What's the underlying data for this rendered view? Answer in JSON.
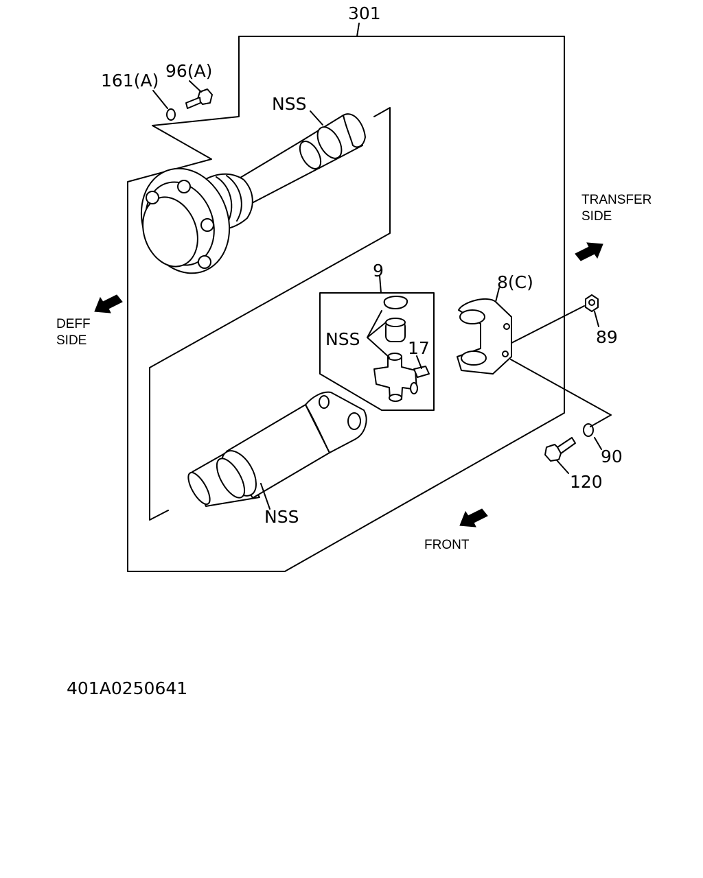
{
  "labels": {
    "assembly": "301",
    "washer_a": "161(A)",
    "bolt_a": "96(A)",
    "nss_cv": "NSS",
    "kit": "9",
    "nss_kit": "NSS",
    "grease_fitting": "17",
    "flange": "8(C)",
    "nut": "89",
    "washer": "90",
    "bolt": "120",
    "nss_shaft": "NSS",
    "drawing_number": "401A0250641"
  },
  "directions": {
    "transfer_line1": "TRANSFER",
    "transfer_line2": "SIDE",
    "deff_line1": "DEFF",
    "deff_line2": "SIDE",
    "front": "FRONT"
  }
}
